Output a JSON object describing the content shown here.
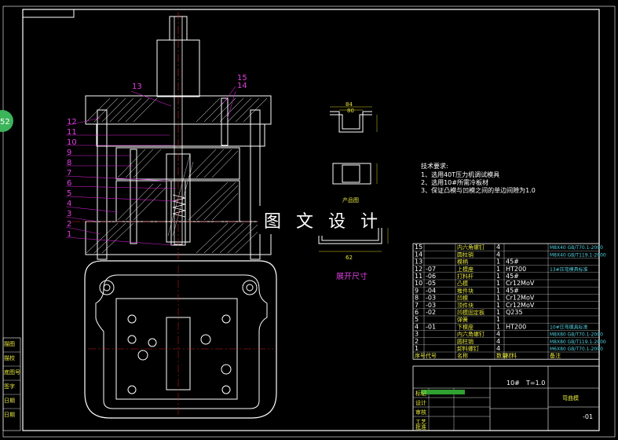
{
  "watermark": "图 文 设 计",
  "side_badge": "52",
  "part_labels": [
    "13",
    "15",
    "14",
    "12",
    "11",
    "10",
    "9",
    "8",
    "7",
    "6",
    "5",
    "4",
    "3",
    "2",
    "1"
  ],
  "product_view_label": "产品图",
  "unfold_label": "展开尺寸",
  "dims": {
    "top_width": "84",
    "top_inner": "80",
    "unfold_width": "62"
  },
  "tech_req": {
    "heading": "技术要求:",
    "lines": [
      "1、选用40T压力机调试模具",
      "2、选用10#所需冷板材",
      "3、保证凸模与凹模之间的单边间隙为1.0"
    ]
  },
  "bom_rows": [
    {
      "no": "15",
      "code": "",
      "name": "内六角螺钉",
      "qty": "4",
      "mat": "",
      "note": "M8X40 GB/T70.1-2000"
    },
    {
      "no": "14",
      "code": "",
      "name": "圆柱销",
      "qty": "4",
      "mat": "",
      "note": "M8X40 GB/T119.1-2000"
    },
    {
      "no": "13",
      "code": "",
      "name": "模柄",
      "qty": "1",
      "mat": "45#",
      "note": ""
    },
    {
      "no": "12",
      "code": "-07",
      "name": "上模座",
      "qty": "1",
      "mat": "HT200",
      "note": "13#压弯模具标准"
    },
    {
      "no": "11",
      "code": "-06",
      "name": "打料杆",
      "qty": "1",
      "mat": "45#",
      "note": ""
    },
    {
      "no": "10",
      "code": "-05",
      "name": "凸模",
      "qty": "1",
      "mat": "Cr12MoV",
      "note": ""
    },
    {
      "no": "9",
      "code": "-04",
      "name": "推件块",
      "qty": "1",
      "mat": "45#",
      "note": ""
    },
    {
      "no": "8",
      "code": "-03",
      "name": "凹模",
      "qty": "1",
      "mat": "Cr12MoV",
      "note": ""
    },
    {
      "no": "7",
      "code": "-03",
      "name": "顶件块",
      "qty": "1",
      "mat": "Cr12MoV",
      "note": ""
    },
    {
      "no": "6",
      "code": "-02",
      "name": "凹模固定板",
      "qty": "1",
      "mat": "Q235",
      "note": ""
    },
    {
      "no": "5",
      "code": "",
      "name": "弹簧",
      "qty": "1",
      "mat": "",
      "note": ""
    },
    {
      "no": "4",
      "code": "-01",
      "name": "下模座",
      "qty": "1",
      "mat": "HT200",
      "note": "10#压弯模具标准"
    },
    {
      "no": "3",
      "code": "",
      "name": "内六角螺钉",
      "qty": "4",
      "mat": "",
      "note": "M8X80 GB/T70.1-2000"
    },
    {
      "no": "2",
      "code": "",
      "name": "圆柱销",
      "qty": "4",
      "mat": "",
      "note": "M8X80 GB/T119.1-2000"
    },
    {
      "no": "1",
      "code": "",
      "name": "卸料螺钉",
      "qty": "4",
      "mat": "",
      "note": "M6X80 GB/T70.1-2000"
    }
  ],
  "bom_header": {
    "no": "序号",
    "code": "代号",
    "name": "名称",
    "qty": "数量",
    "mat": "材料",
    "note": "备注"
  },
  "title_block": {
    "material": "10#",
    "thickness": "T=1.0",
    "drawing_name": "弯曲模",
    "drawing_no": "-01",
    "left_rows": [
      "标记",
      "设计",
      "审核",
      "工艺",
      "批准"
    ],
    "left_stack": [
      "描图",
      "描校",
      "底图号",
      "签字",
      "日期",
      "日期"
    ]
  },
  "colors": {
    "background": "#000000",
    "outline": "#ffffff",
    "leader": "#d01fd0",
    "hatch": "#ffffff",
    "center": "#d02020"
  }
}
